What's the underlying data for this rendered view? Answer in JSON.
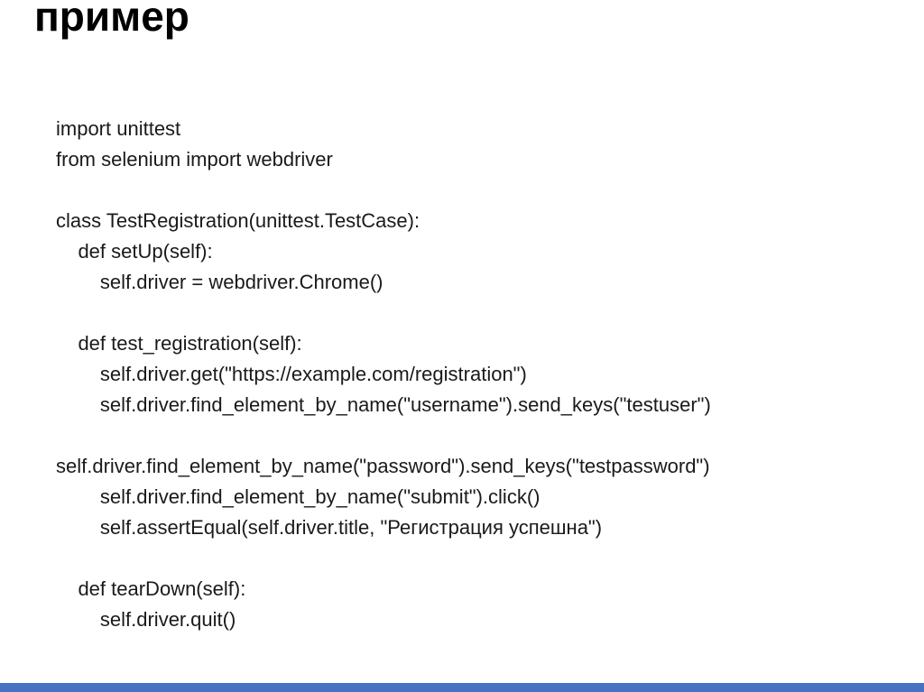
{
  "title": "пример",
  "code": {
    "language": "python",
    "lines": [
      "import unittest",
      "from selenium import webdriver",
      "",
      "class TestRegistration(unittest.TestCase):",
      "    def setUp(self):",
      "        self.driver = webdriver.Chrome()",
      "",
      "    def test_registration(self):",
      "        self.driver.get(\"https://example.com/registration\")",
      "        self.driver.find_element_by_name(\"username\").send_keys(\"testuser\")",
      "",
      "self.driver.find_element_by_name(\"password\").send_keys(\"testpassword\")",
      "        self.driver.find_element_by_name(\"submit\").click()",
      "        self.assertEqual(self.driver.title, \"Регистрация успешна\")",
      "",
      "    def tearDown(self):",
      "        self.driver.quit()"
    ]
  },
  "colors": {
    "accent_bar": "#4472c4",
    "title_text": "#000000",
    "code_text": "#1a1a1a",
    "background": "#ffffff"
  }
}
